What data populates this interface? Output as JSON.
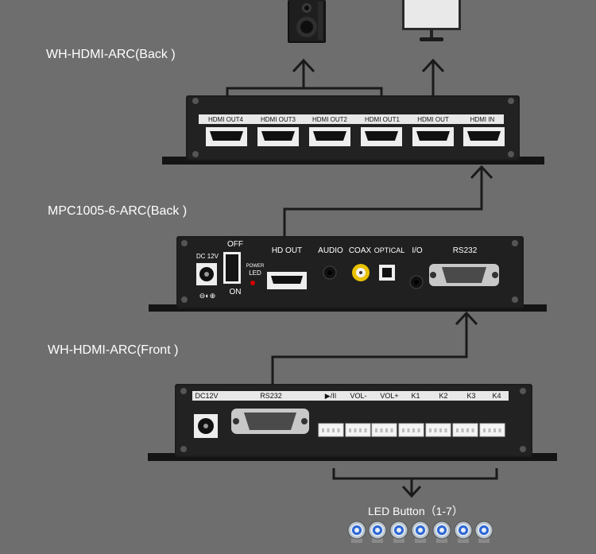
{
  "title_back_wh": "WH-HDMI-ARC(Back )",
  "title_back_mpc": "MPC1005-6-ARC(Back )",
  "title_front_wh": "WH-HDMI-ARC(Front )",
  "led_label": "LED Button（1-7）",
  "wh_back_ports": [
    "HDMI OUT4",
    "HDMI OUT3",
    "HDMI OUT2",
    "HDMI OUT1",
    "HDMI OUT",
    "HDMI IN"
  ],
  "mpc_labels": {
    "off": "OFF",
    "on": "ON",
    "dc": "DC 12V",
    "power_led_top": "POWER",
    "power_led_bottom": "LED",
    "hdout": "HD OUT",
    "audio": "AUDIO",
    "coax": "COAX",
    "optical": "OPTICAL",
    "io": "I/O",
    "rs232": "RS232"
  },
  "front_labels": [
    "DC12V",
    "RS232",
    "▶/II",
    "VOL-",
    "VOL+",
    "K1",
    "K2",
    "K3",
    "K4"
  ],
  "colors": {
    "background": "#6e6e6e",
    "device": "#1c1c1c",
    "connector": "#ffffff"
  }
}
